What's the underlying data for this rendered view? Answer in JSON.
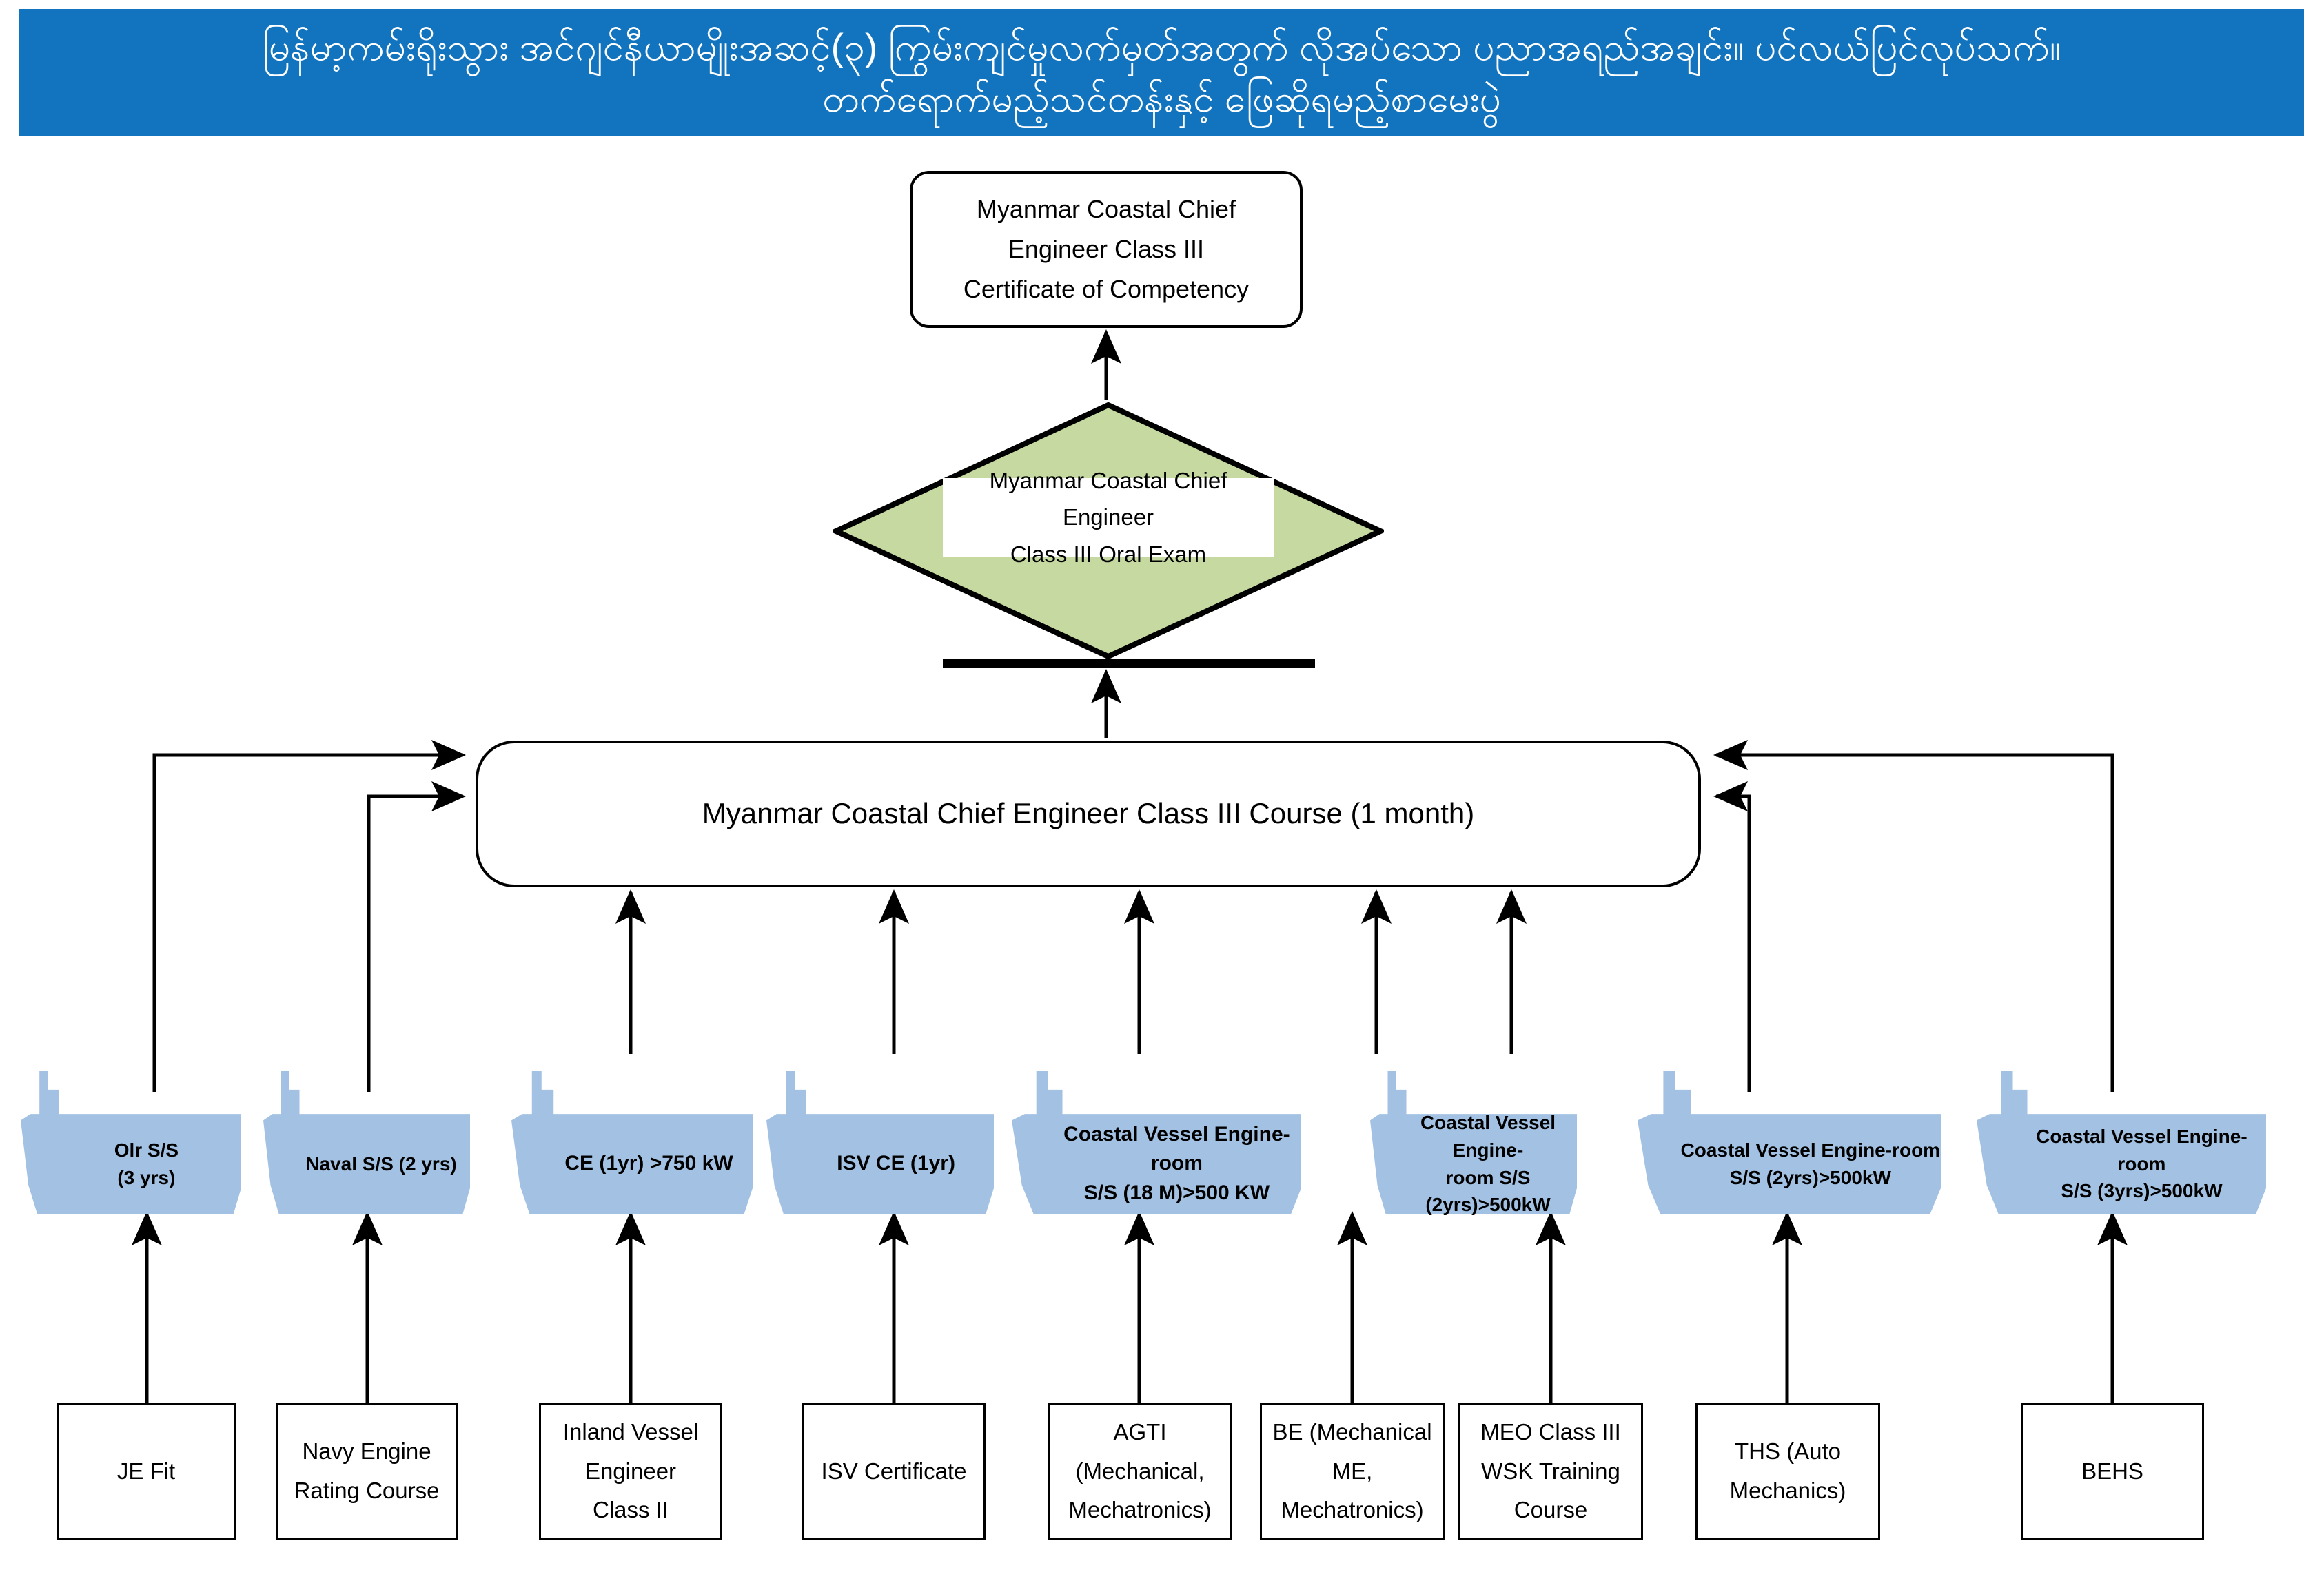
{
  "header": {
    "line1": "မြန်မာ့ကမ်းရိုးသွား အင်ဂျင်နီယာမျိုးအဆင့်(၃) ကြွမ်းကျင်မှုလက်မှတ်အတွက် လိုအပ်သော ပညာအရည်အချင်း။ ပင်လယ်ပြင်လုပ်သက်။",
    "line2": "တက်ရောက်မည့်သင်တန်းနှင့် ဖြေဆိုရမည့်စာမေးပွဲ",
    "bg_color": "#1274BE",
    "text_color": "#FFFFFF"
  },
  "nodes": {
    "certificate": "Myanmar Coastal Chief\nEngineer Class III\nCertificate of Competency",
    "oral_exam": "Myanmar Coastal Chief Engineer\nClass III Oral Exam",
    "course": "Myanmar Coastal Chief Engineer Class III Course (1 month)"
  },
  "colors": {
    "diamond_fill": "#C5D9A0",
    "ship_fill": "#A3C2E3",
    "stroke": "#000000",
    "banner": "#1274BE"
  },
  "ships": [
    {
      "label": "Olr S/S\n(3 yrs)",
      "font_size": 28
    },
    {
      "label": "Naval S/S (2 yrs)",
      "font_size": 28
    },
    {
      "label": "CE (1yr) >750 kW",
      "font_size": 30
    },
    {
      "label": "ISV CE (1yr)",
      "font_size": 30
    },
    {
      "label": "Coastal Vessel Engine-room\nS/S (18 M)>500 KW",
      "font_size": 30
    },
    {
      "label": "Coastal Vessel Engine-\nroom S/S\n(2yrs)>500kW",
      "font_size": 28
    },
    {
      "label": "Coastal Vessel Engine-room\nS/S (2yrs)>500kW",
      "font_size": 28
    },
    {
      "label": "Coastal Vessel Engine-room\nS/S (3yrs)>500kW",
      "font_size": 28
    }
  ],
  "leaves": [
    {
      "label": "JE Fit"
    },
    {
      "label": "Navy Engine\nRating Course"
    },
    {
      "label": "Inland Vessel\nEngineer\nClass II"
    },
    {
      "label": "ISV Certificate"
    },
    {
      "label": "AGTI\n(Mechanical,\nMechatronics)"
    },
    {
      "label": "BE (Mechanical\nME,\nMechatronics)"
    },
    {
      "label": "MEO Class III\nWSK Training\nCourse"
    },
    {
      "label": "THS (Auto\nMechanics)"
    },
    {
      "label": "BEHS"
    }
  ]
}
